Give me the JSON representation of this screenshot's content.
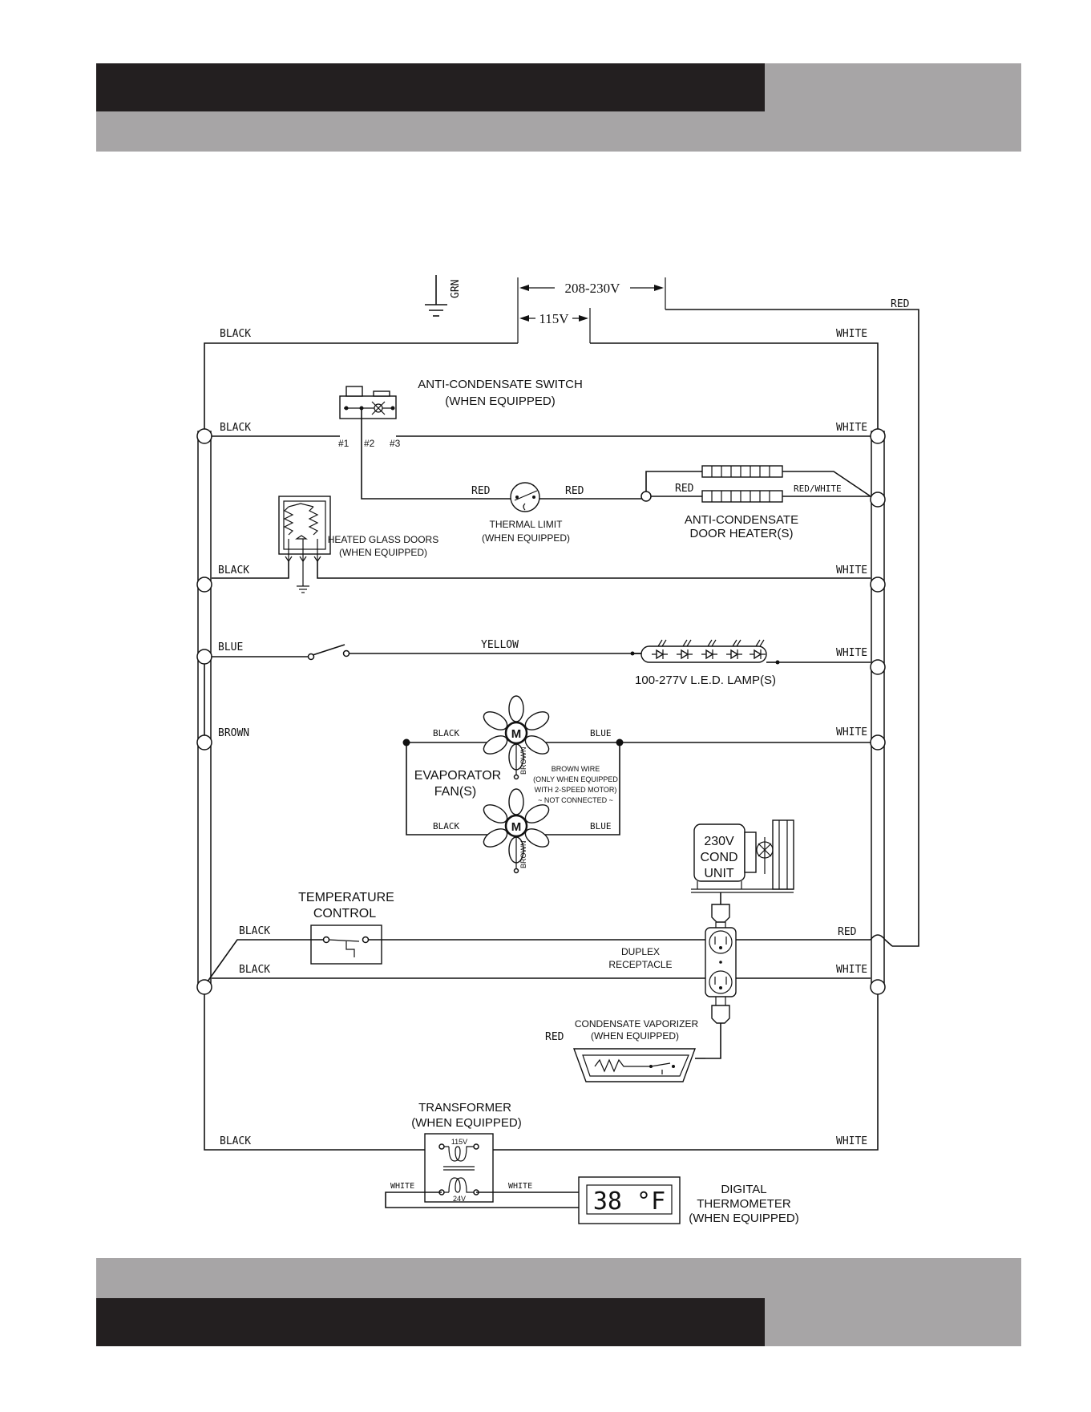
{
  "header": {},
  "footer": {},
  "supply": {
    "ground": "GRN",
    "v208": "208-230V",
    "v115": "115V"
  },
  "wires": {
    "top_black": "BLACK",
    "top_white": "WHITE",
    "top_red": "RED",
    "row1_black": "BLACK",
    "row1_white": "WHITE",
    "therm_red_in": "RED",
    "therm_red_out": "RED",
    "heater_red": "RED",
    "heater_red_white": "RED/WHITE",
    "row3_black": "BLACK",
    "row3_white": "WHITE",
    "row4_blue": "BLUE",
    "row4_yellow": "YELLOW",
    "row4_white": "WHITE",
    "row5_brown": "BROWN",
    "row5_white": "WHITE",
    "fan1_black": "BLACK",
    "fan1_blue": "BLUE",
    "fan2_black": "BLACK",
    "fan2_blue": "BLUE",
    "row6_black": "BLACK",
    "row6_red": "RED",
    "row7_black": "BLACK",
    "row7_white": "WHITE",
    "vap_red": "RED",
    "bot_black": "BLACK",
    "bot_white": "WHITE",
    "tx_white_l": "WHITE",
    "tx_white_r": "WHITE"
  },
  "components": {
    "switch_title": "ANTI-CONDENSATE SWITCH",
    "switch_sub": "(WHEN EQUIPPED)",
    "term1": "#1",
    "term2": "#2",
    "term3": "#3",
    "thermal_title": "THERMAL LIMIT",
    "thermal_sub": "(WHEN EQUIPPED)",
    "heater_title": "ANTI-CONDENSATE",
    "heater_sub": "DOOR HEATER(S)",
    "glass_title": "HEATED GLASS DOORS",
    "glass_sub": "(WHEN EQUIPPED)",
    "led_label": "100-277V L.E.D. LAMP(S)",
    "fan_title": "EVAPORATOR",
    "fan_sub": "FAN(S)",
    "motor": "M",
    "brown_tag": "BROWN",
    "brown_note_1": "BROWN WIRE",
    "brown_note_2": "(ONLY WHEN EQUIPPED",
    "brown_note_3": "WITH 2-SPEED MOTOR)",
    "brown_note_4": "~ NOT CONNECTED ~",
    "cond_1": "230V",
    "cond_2": "COND",
    "cond_3": "UNIT",
    "temp_title": "TEMPERATURE",
    "temp_sub": "CONTROL",
    "duplex_1": "DUPLEX",
    "duplex_2": "RECEPTACLE",
    "vap_title": "CONDENSATE VAPORIZER",
    "vap_sub": "(WHEN EQUIPPED)",
    "tx_title": "TRANSFORMER",
    "tx_sub": "(WHEN EQUIPPED)",
    "tx_primary": "115V",
    "tx_secondary": "24V",
    "thermo_display": "38 °F",
    "thermo_1": "DIGITAL",
    "thermo_2": "THERMOMETER",
    "thermo_3": "(WHEN EQUIPPED)"
  }
}
